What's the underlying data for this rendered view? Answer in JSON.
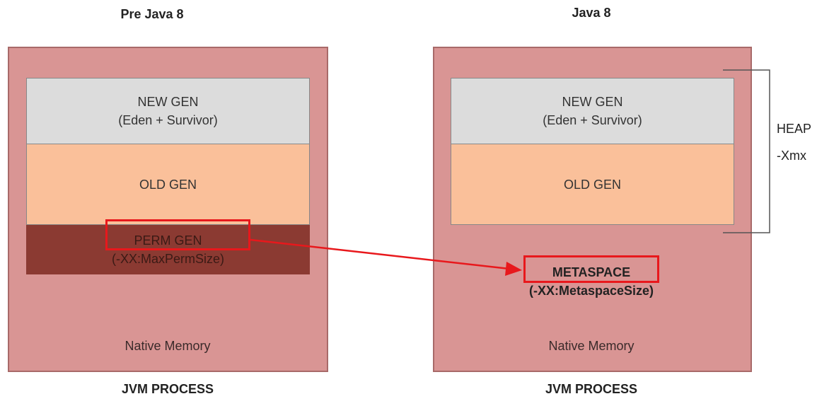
{
  "left": {
    "title": "Pre Java 8",
    "new_gen_line1": "NEW GEN",
    "new_gen_line2": "(Eden + Survivor)",
    "old_gen": "OLD GEN",
    "perm_gen_line1": "PERM GEN",
    "perm_gen_line2": "(-XX:MaxPermSize)",
    "native": "Native Memory",
    "footer": "JVM PROCESS"
  },
  "right": {
    "title": "Java 8",
    "new_gen_line1": "NEW GEN",
    "new_gen_line2": "(Eden + Survivor)",
    "old_gen": "OLD GEN",
    "metaspace_line1": "METASPACE",
    "metaspace_line2": "(-XX:MetaspaceSize)",
    "native": "Native Memory",
    "footer": "JVM PROCESS"
  },
  "heap": {
    "label": "HEAP",
    "flag": "-Xmx"
  },
  "colors": {
    "process_bg": "#d99594",
    "new_gen_bg": "#dcdcdc",
    "old_gen_bg": "#fac09a",
    "perm_gen_bg": "#8b3a32",
    "highlight": "#e8181c"
  }
}
